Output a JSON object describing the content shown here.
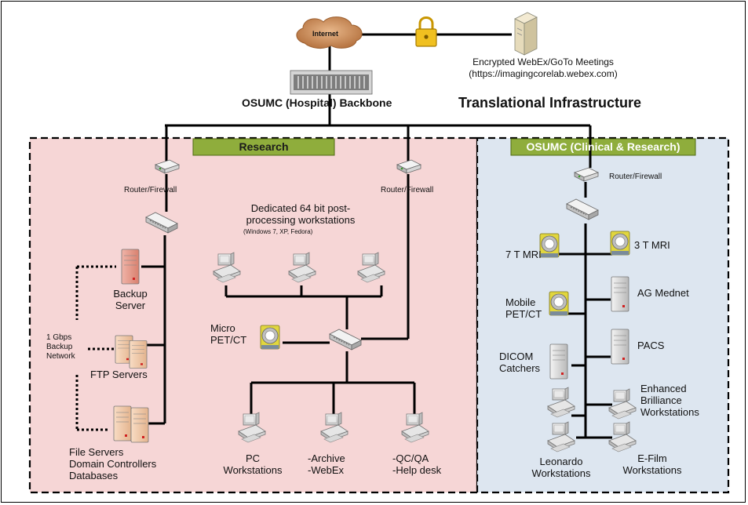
{
  "top": {
    "internet": "Internet",
    "meetings": "Encrypted WebEx/GoTo Meetings\n(https://imagingcorelab.webex.com)",
    "backbone": "OSUMC (Hospital) Backbone",
    "infrastructure": "Translational Infrastructure"
  },
  "research": {
    "header": "Research",
    "router_left": "Router/Firewall",
    "router_right": "Router/Firewall",
    "workstations_title": "Dedicated 64 bit post-\nprocessing workstations",
    "workstations_os": "(Windows 7, XP, Fedora)",
    "backup_server": "Backup\nServer",
    "backup_network": "1 Gbps\nBackup\nNetwork",
    "ftp_servers": "FTP Servers",
    "file_servers": "File Servers\nDomain Controllers\nDatabases",
    "micro_petct": "Micro\nPET/CT",
    "pc_workstations": "PC\nWorkstations",
    "archive": "-Archive\n-WebEx",
    "qcqa": "-QC/QA\n-Help desk"
  },
  "clinical": {
    "header": "OSUMC (Clinical & Research)",
    "router": "Router/Firewall",
    "mri7": "7 T MRI",
    "mri3": "3 T MRI",
    "ag_mednet": "AG Mednet",
    "mobile_petct": "Mobile\nPET/CT",
    "pacs": "PACS",
    "dicom": "DICOM\nCatchers",
    "enhanced": "Enhanced\nBrilliance\nWorkstations",
    "leonardo": "Leonardo\nWorkstations",
    "efilm": "E-Film\nWorkstations"
  },
  "colors": {
    "research_fill": "#f6d6d6",
    "clinical_fill": "#dde6f0",
    "header_fill": "#8fad3c",
    "lock": "#e5b000"
  },
  "icons": [
    "cloud-icon",
    "lock-icon",
    "server-icon",
    "router-icon",
    "switch-icon",
    "scanner-icon",
    "computer-icon"
  ]
}
